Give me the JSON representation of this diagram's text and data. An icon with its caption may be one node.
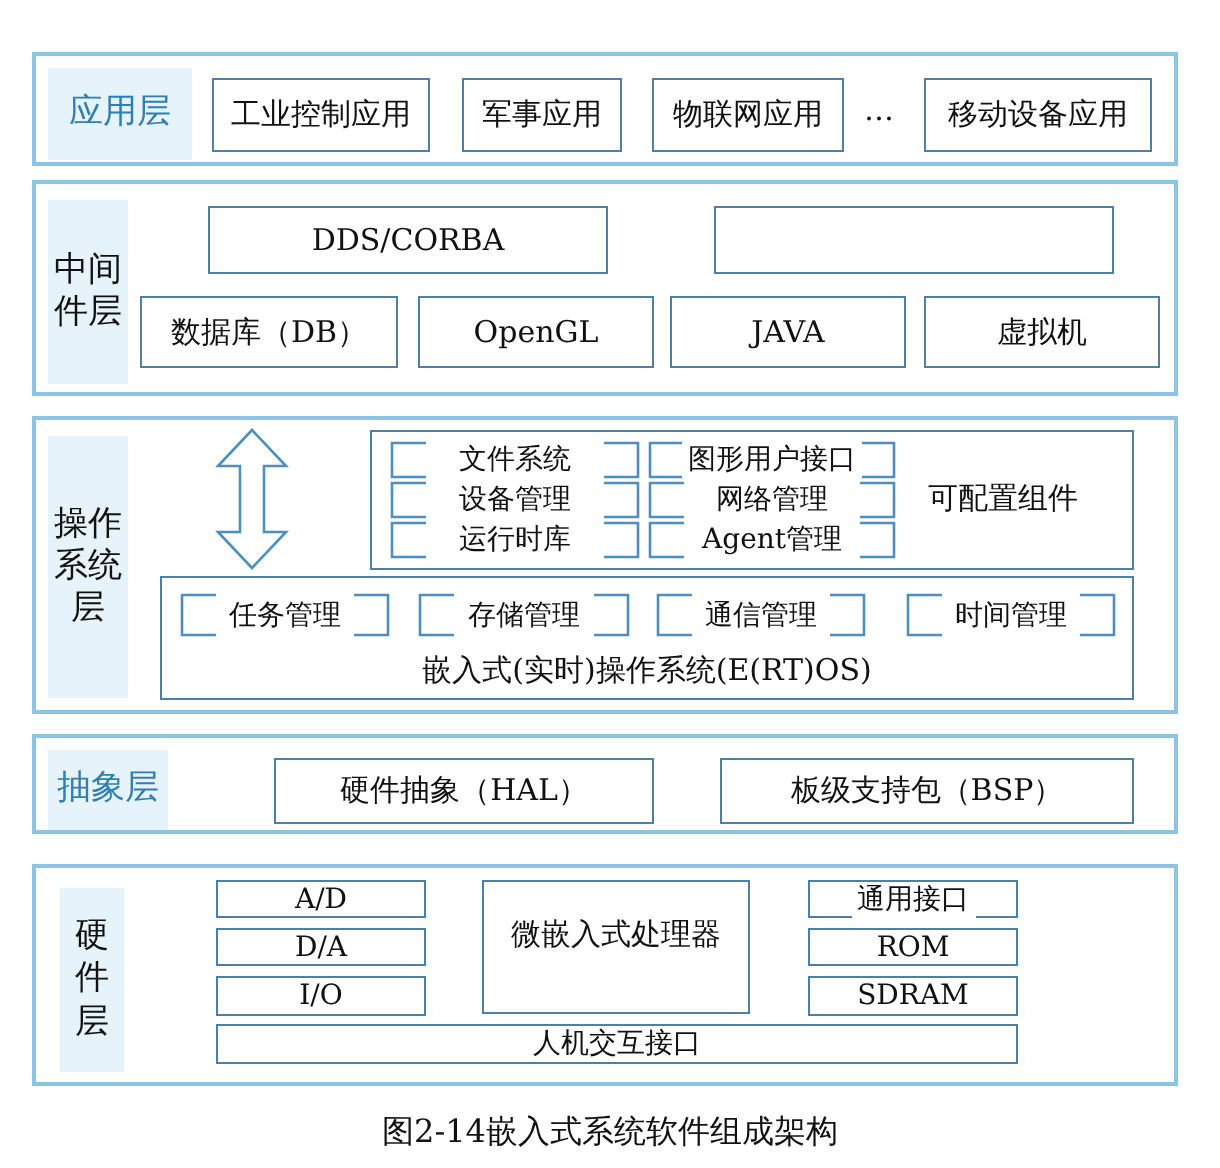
{
  "diagram": {
    "caption": "图2-14嵌入式系统软件组成架构",
    "nodes": [
      {
        "text": [
          "应用层"
        ]
      },
      {
        "text": [
          "工业控制应用"
        ],
        "in": 0
      },
      {
        "text": [
          "军事应用"
        ],
        "in": 0
      },
      {
        "text": [
          "物联网应用"
        ],
        "in": 0
      },
      {
        "text": [
          "移动设备应用"
        ],
        "in": 0
      },
      {
        "text": [
          "中间件层"
        ]
      },
      {
        "text": [
          "DDS/CORBA"
        ],
        "in": 5
      },
      {
        "text": [],
        "shape": "box",
        "in": 5
      },
      {
        "text": [
          "数据库（DB）"
        ],
        "in": 5
      },
      {
        "text": [
          "OpenGL"
        ],
        "in": 5
      },
      {
        "text": [
          "JAVA"
        ],
        "in": 5
      },
      {
        "text": [
          "虚拟机"
        ],
        "in": 5
      },
      {
        "text": [
          "操作系统层"
        ]
      },
      {
        "text": [
          "可配置组件"
        ],
        "in": 12
      },
      {
        "text": [
          "文件系统"
        ],
        "in": 13
      },
      {
        "text": [
          "设备管理"
        ],
        "in": 13
      },
      {
        "text": [
          "运行时库"
        ],
        "in": 13
      },
      {
        "text": [
          "图形用户接口"
        ],
        "in": 13
      },
      {
        "text": [
          "网络管理"
        ],
        "in": 13
      },
      {
        "text": [
          "Agent管理"
        ],
        "in": 13
      },
      {
        "text": [
          "嵌入式(实时)操作系统(E(RT)OS)"
        ],
        "in": 12
      },
      {
        "text": [
          "任务管理"
        ],
        "in": 20
      },
      {
        "text": [
          "存储管理"
        ],
        "in": 20
      },
      {
        "text": [
          "通信管理"
        ],
        "in": 20
      },
      {
        "text": [
          "时间管理"
        ],
        "in": 20
      },
      {
        "text": [
          "抽象层"
        ]
      },
      {
        "text": [
          "硬件抽象（HAL）"
        ],
        "in": 25
      },
      {
        "text": [
          "板级支持包（BSP）"
        ],
        "in": 25
      },
      {
        "text": [
          "硬件层"
        ]
      },
      {
        "text": [
          "A/D"
        ],
        "in": 28
      },
      {
        "text": [
          "D/A"
        ],
        "in": 28
      },
      {
        "text": [
          "I/O"
        ],
        "in": 28
      },
      {
        "text": [
          "微嵌入式处理器"
        ],
        "in": 28
      },
      {
        "text": [
          "通用接口"
        ],
        "in": 28
      },
      {
        "text": [
          "ROM"
        ],
        "in": 28
      },
      {
        "text": [
          "SDRAM"
        ],
        "in": 28
      },
      {
        "text": [
          "人机交互接口"
        ],
        "in": 28
      }
    ],
    "labels": [
      "…"
    ]
  }
}
